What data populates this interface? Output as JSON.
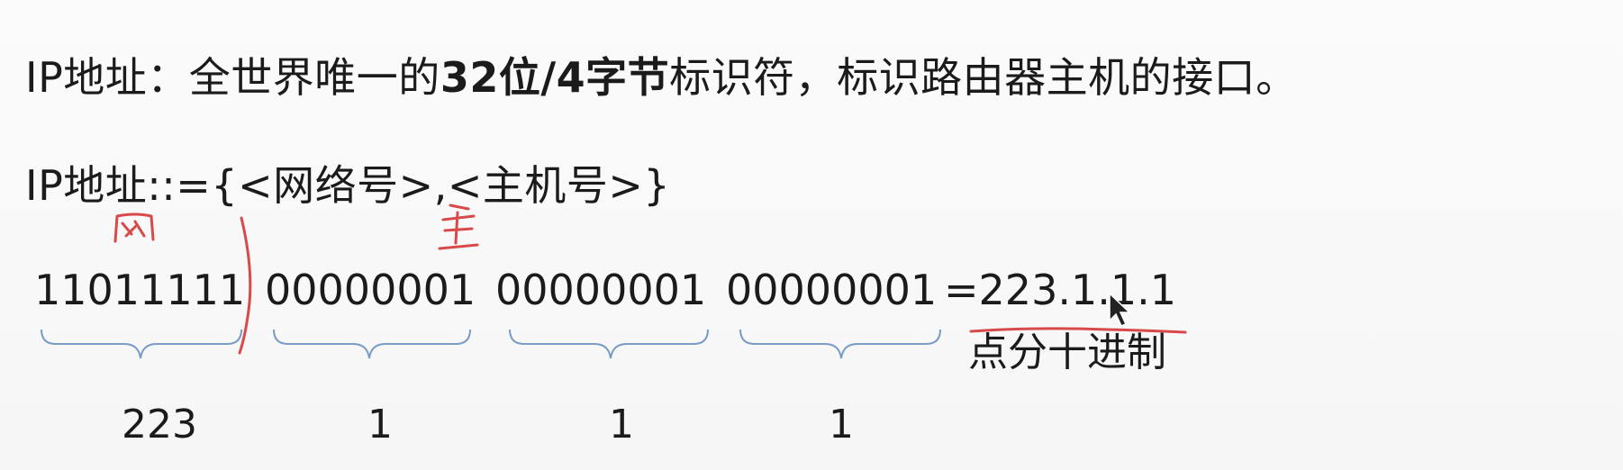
{
  "line1": {
    "prefix": "IP地址：全世界唯一的",
    "bold": "32位/4字节",
    "suffix": "标识符，标识路由器主机的接口。"
  },
  "line2": {
    "text": "IP地址::={<网络号>,<主机号>}"
  },
  "binary": {
    "bytes": [
      "11011111",
      "00000001",
      "00000001",
      "00000001"
    ],
    "result": "=223.1.1.1",
    "caption": "点分十进制"
  },
  "decimals": [
    "223",
    "1",
    "1",
    "1"
  ],
  "colors": {
    "text": "#1b1b1b",
    "brace": "#7a9cc6",
    "annotation": "#d84a4a"
  }
}
